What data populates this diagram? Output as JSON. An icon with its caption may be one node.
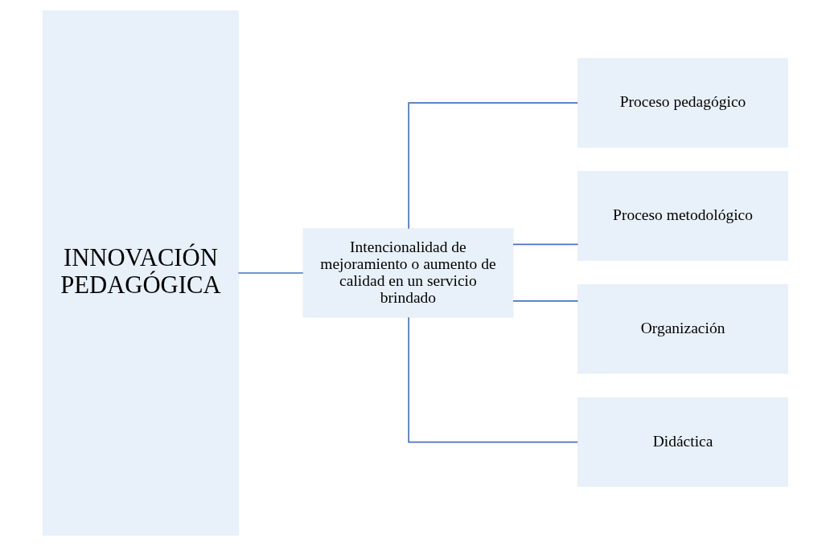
{
  "diagram": {
    "nodes": [
      {
        "text": [
          "INNOVACIÓN PEDAGÓGICA"
        ]
      },
      {
        "text": [
          "Intencionalidad de mejoramiento o aumento de calidad en un servicio brindado"
        ]
      },
      {
        "text": [
          "Proceso pedagógico"
        ]
      },
      {
        "text": [
          "Proceso metodológico"
        ]
      },
      {
        "text": [
          "Organización"
        ]
      },
      {
        "text": [
          "Didáctica"
        ]
      }
    ],
    "edges": [
      {
        "from": 0,
        "to": 1,
        "arrow": "none"
      },
      {
        "from": 1,
        "to": 2,
        "arrow": "none"
      },
      {
        "from": 1,
        "to": 3,
        "arrow": "none"
      },
      {
        "from": 1,
        "to": 4,
        "arrow": "none"
      },
      {
        "from": 1,
        "to": 5,
        "arrow": "none"
      }
    ]
  }
}
